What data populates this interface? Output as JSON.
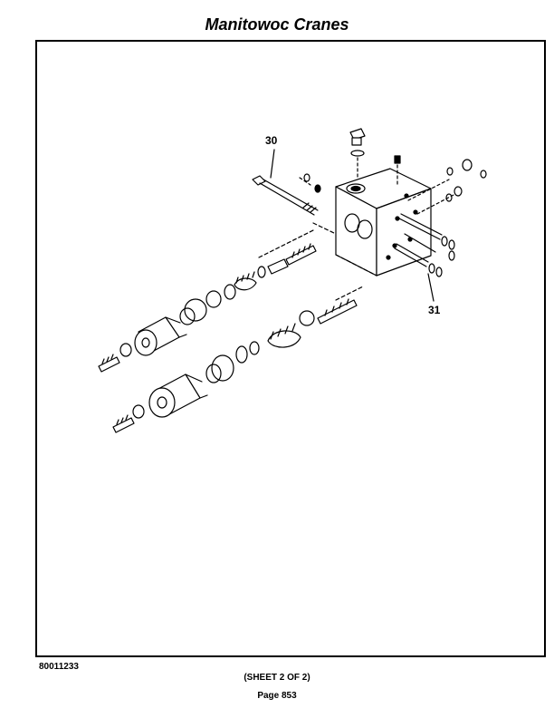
{
  "header": {
    "title": "Manitowoc Cranes"
  },
  "diagram": {
    "callouts": [
      {
        "label": "30"
      },
      {
        "label": "31"
      }
    ]
  },
  "footer": {
    "drawing_number": "80011233",
    "sheet": "(SHEET 2 OF 2)",
    "page": "Page 853"
  }
}
